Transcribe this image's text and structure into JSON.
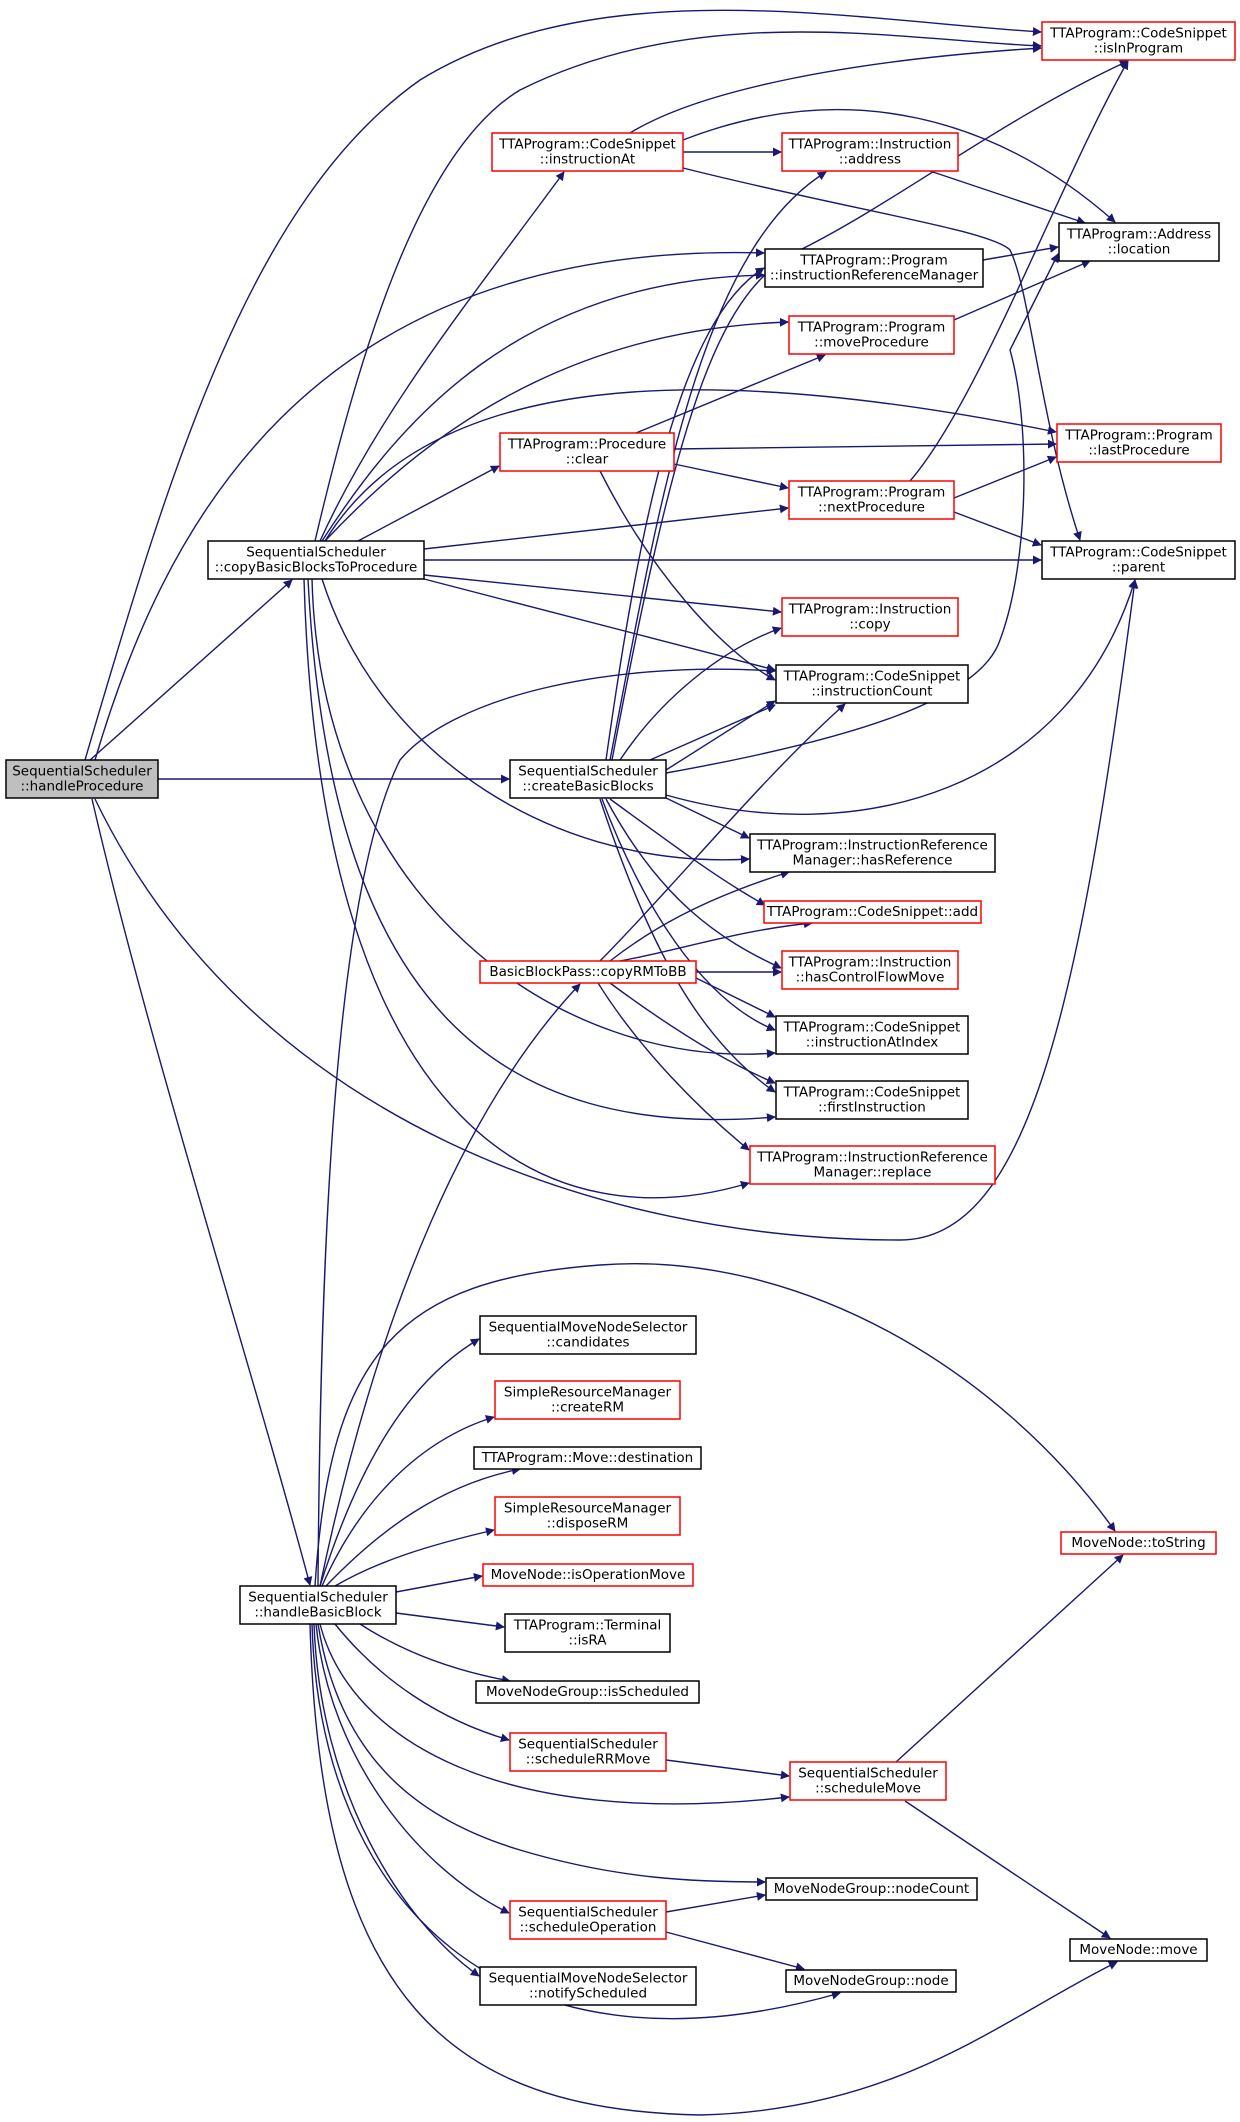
{
  "diagram": {
    "colors": {
      "edge": "#191970",
      "border_black": "#000000",
      "border_red": "#ff0000",
      "root_fill": "#bfbfbf",
      "background": "#ffffff"
    },
    "nodes": [
      {
        "id": "root",
        "lines": [
          "SequentialScheduler",
          "::handleProcedure"
        ],
        "border": "root"
      },
      {
        "id": "copyBB",
        "lines": [
          "SequentialScheduler",
          "::copyBasicBlocksToProcedure"
        ],
        "border": "black"
      },
      {
        "id": "createBB",
        "lines": [
          "SequentialScheduler",
          "::createBasicBlocks"
        ],
        "border": "black"
      },
      {
        "id": "handleBB",
        "lines": [
          "SequentialScheduler",
          "::handleBasicBlock"
        ],
        "border": "black"
      },
      {
        "id": "csInstrAt",
        "lines": [
          "TTAProgram::CodeSnippet",
          "::instructionAt"
        ],
        "border": "red"
      },
      {
        "id": "procClear",
        "lines": [
          "TTAProgram::Procedure",
          "::clear"
        ],
        "border": "red"
      },
      {
        "id": "copyRM",
        "lines": [
          "BasicBlockPass::copyRMToBB"
        ],
        "border": "red"
      },
      {
        "id": "instrAddr",
        "lines": [
          "TTAProgram::Instruction",
          "::address"
        ],
        "border": "red"
      },
      {
        "id": "progIRM",
        "lines": [
          "TTAProgram::Program",
          "::instructionReferenceManager"
        ],
        "border": "black"
      },
      {
        "id": "progMoveProc",
        "lines": [
          "TTAProgram::Program",
          "::moveProcedure"
        ],
        "border": "red"
      },
      {
        "id": "progNextProc",
        "lines": [
          "TTAProgram::Program",
          "::nextProcedure"
        ],
        "border": "red"
      },
      {
        "id": "instrCopy",
        "lines": [
          "TTAProgram::Instruction",
          "::copy"
        ],
        "border": "red"
      },
      {
        "id": "csInstrCount",
        "lines": [
          "TTAProgram::CodeSnippet",
          "::instructionCount"
        ],
        "border": "black"
      },
      {
        "id": "irmHasRef",
        "lines": [
          "TTAProgram::InstructionReference",
          "Manager::hasReference"
        ],
        "border": "black"
      },
      {
        "id": "csAdd",
        "lines": [
          "TTAProgram::CodeSnippet::add"
        ],
        "border": "red"
      },
      {
        "id": "instrHasCF",
        "lines": [
          "TTAProgram::Instruction",
          "::hasControlFlowMove"
        ],
        "border": "red"
      },
      {
        "id": "csInstrAtIdx",
        "lines": [
          "TTAProgram::CodeSnippet",
          "::instructionAtIndex"
        ],
        "border": "black"
      },
      {
        "id": "csFirstInstr",
        "lines": [
          "TTAProgram::CodeSnippet",
          "::firstInstruction"
        ],
        "border": "black"
      },
      {
        "id": "irmReplace",
        "lines": [
          "TTAProgram::InstructionReference",
          "Manager::replace"
        ],
        "border": "red"
      },
      {
        "id": "csIsInProg",
        "lines": [
          "TTAProgram::CodeSnippet",
          "::isInProgram"
        ],
        "border": "red"
      },
      {
        "id": "addrLoc",
        "lines": [
          "TTAProgram::Address",
          "::location"
        ],
        "border": "black"
      },
      {
        "id": "progLastProc",
        "lines": [
          "TTAProgram::Program",
          "::lastProcedure"
        ],
        "border": "red"
      },
      {
        "id": "csParent",
        "lines": [
          "TTAProgram::CodeSnippet",
          "::parent"
        ],
        "border": "black"
      },
      {
        "id": "smnsCand",
        "lines": [
          "SequentialMoveNodeSelector",
          "::candidates"
        ],
        "border": "black"
      },
      {
        "id": "srmCreate",
        "lines": [
          "SimpleResourceManager",
          "::createRM"
        ],
        "border": "red"
      },
      {
        "id": "moveDest",
        "lines": [
          "TTAProgram::Move::destination"
        ],
        "border": "black"
      },
      {
        "id": "srmDispose",
        "lines": [
          "SimpleResourceManager",
          "::disposeRM"
        ],
        "border": "red"
      },
      {
        "id": "mnIsOp",
        "lines": [
          "MoveNode::isOperationMove"
        ],
        "border": "red"
      },
      {
        "id": "termIsRA",
        "lines": [
          "TTAProgram::Terminal",
          "::isRA"
        ],
        "border": "black"
      },
      {
        "id": "mngIsSched",
        "lines": [
          "MoveNodeGroup::isScheduled"
        ],
        "border": "black"
      },
      {
        "id": "ssSchedRR",
        "lines": [
          "SequentialScheduler",
          "::scheduleRRMove"
        ],
        "border": "red"
      },
      {
        "id": "ssSchedOp",
        "lines": [
          "SequentialScheduler",
          "::scheduleOperation"
        ],
        "border": "red"
      },
      {
        "id": "smnsNotify",
        "lines": [
          "SequentialMoveNodeSelector",
          "::notifyScheduled"
        ],
        "border": "black"
      },
      {
        "id": "ssSchedMove",
        "lines": [
          "SequentialScheduler",
          "::scheduleMove"
        ],
        "border": "red"
      },
      {
        "id": "mngNodeCount",
        "lines": [
          "MoveNodeGroup::nodeCount"
        ],
        "border": "black"
      },
      {
        "id": "mngNode",
        "lines": [
          "MoveNodeGroup::node"
        ],
        "border": "black"
      },
      {
        "id": "mnToString",
        "lines": [
          "MoveNode::toString"
        ],
        "border": "red"
      },
      {
        "id": "mnMove",
        "lines": [
          "MoveNode::move"
        ],
        "border": "black"
      }
    ]
  }
}
